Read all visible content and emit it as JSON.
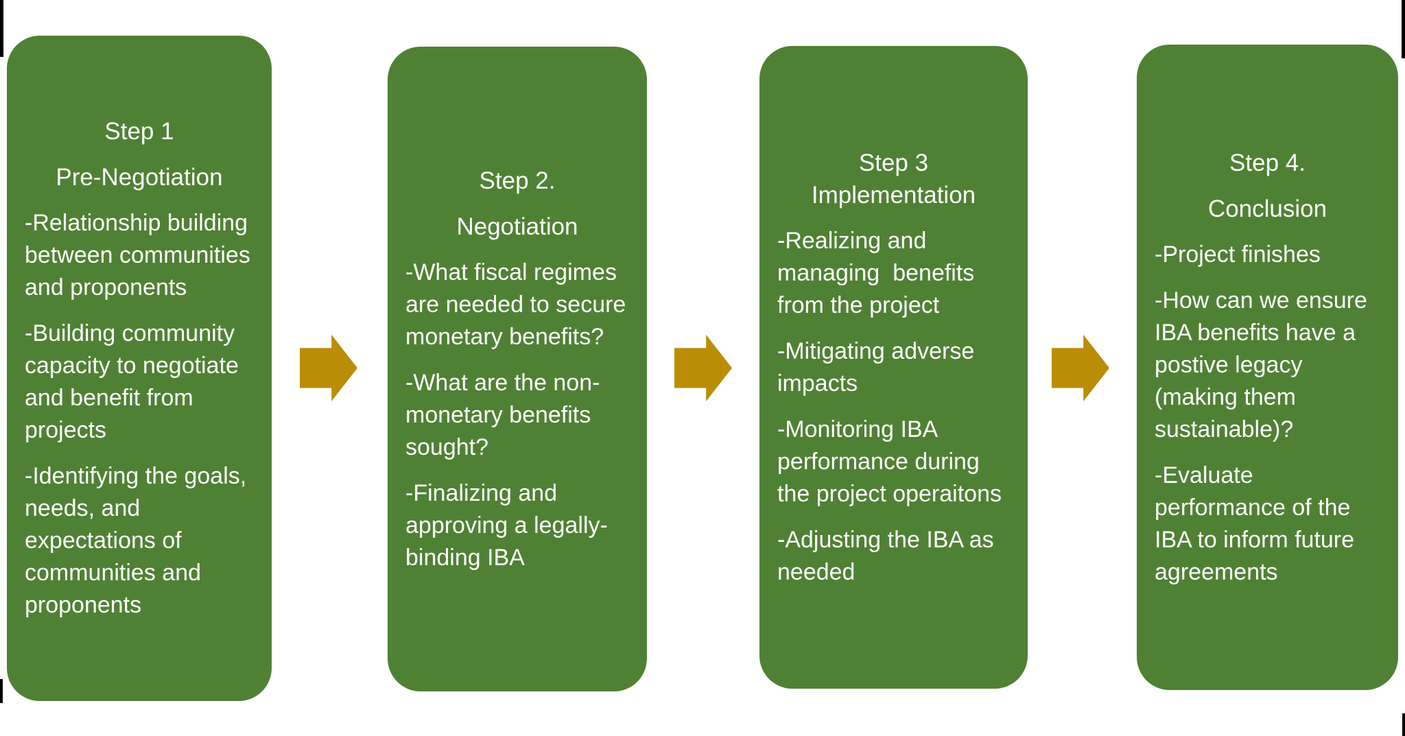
{
  "colors": {
    "box_green": "#4F8135",
    "arrow_gold": "#B98E04",
    "text": "#FFFFFF",
    "background": "#FFFFFF",
    "edge_marks": "#000000"
  },
  "steps": [
    {
      "title": "Step 1",
      "subtitle": "Pre-Negotiation",
      "bullets": [
        "-Relationship building between communities and proponents",
        "-Building community capacity to negotiate and benefit from projects",
        "-Identifying the goals, needs, and expectations of communities and proponents"
      ]
    },
    {
      "title": "Step 2.",
      "subtitle": "Negotiation",
      "bullets": [
        "-What fiscal regimes are needed to secure monetary benefits?",
        "-What are the non-monetary benefits sought?",
        "-Finalizing and approving a legally-binding IBA"
      ]
    },
    {
      "title": "Step 3",
      "subtitle": "Implementation",
      "bullets": [
        "-Realizing and managing  benefits from the project",
        "-Mitigating adverse impacts",
        "-Monitoring IBA performance during the project operaitons",
        "-Adjusting the IBA as needed"
      ]
    },
    {
      "title": "Step 4.",
      "subtitle": "Conclusion",
      "bullets": [
        "-Project finishes",
        "-How can we ensure IBA benefits have a postive legacy (making them sustainable)?",
        "-Evaluate performance of the IBA to inform future agreements"
      ]
    }
  ]
}
